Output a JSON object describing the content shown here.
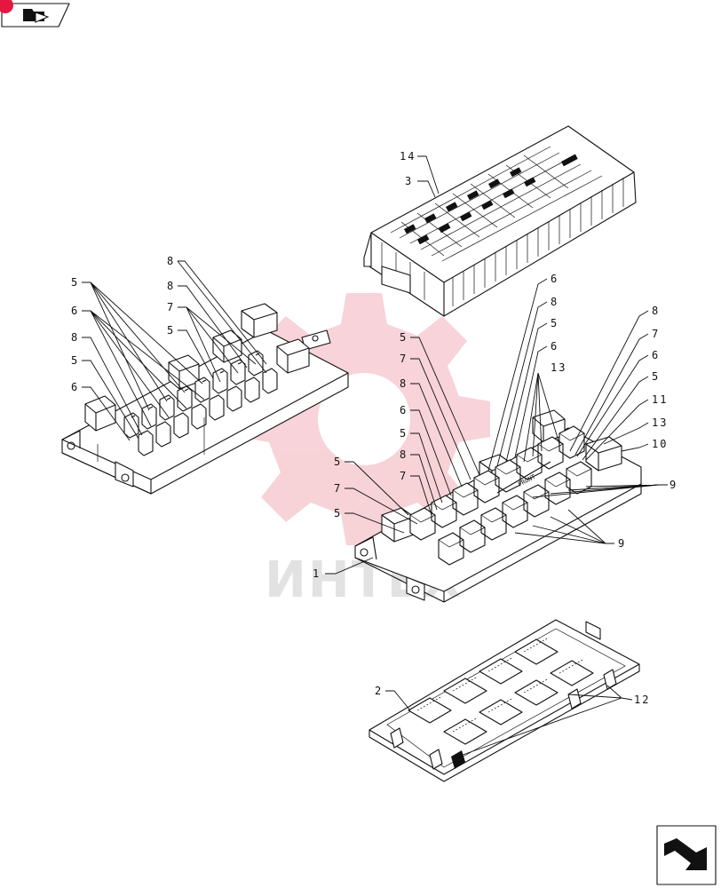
{
  "colors": {
    "ink": "#111111",
    "accent": "#e5173f",
    "watermark_gear": "#f3b6bf",
    "watermark_text": "#cfcfcf"
  },
  "watermark": {
    "text": "ИНТЕХ"
  },
  "nav": {
    "top_icon": "folder-arrow-icon",
    "bottom_icon": "return-arrow-icon"
  },
  "callouts": [
    {
      "label": "14"
    },
    {
      "label": "3"
    },
    {
      "label": "8"
    },
    {
      "label": "5"
    },
    {
      "label": "8"
    },
    {
      "label": "7"
    },
    {
      "label": "5"
    },
    {
      "label": "6"
    },
    {
      "label": "8"
    },
    {
      "label": "5"
    },
    {
      "label": "6"
    },
    {
      "label": "6"
    },
    {
      "label": "8"
    },
    {
      "label": "5"
    },
    {
      "label": "6"
    },
    {
      "label": "13"
    },
    {
      "label": "5"
    },
    {
      "label": "7"
    },
    {
      "label": "8"
    },
    {
      "label": "6"
    },
    {
      "label": "5"
    },
    {
      "label": "8"
    },
    {
      "label": "7"
    },
    {
      "label": "5"
    },
    {
      "label": "7"
    },
    {
      "label": "5"
    },
    {
      "label": "8"
    },
    {
      "label": "7"
    },
    {
      "label": "6"
    },
    {
      "label": "5"
    },
    {
      "label": "11"
    },
    {
      "label": "13"
    },
    {
      "label": "10"
    },
    {
      "label": "9"
    },
    {
      "label": "9"
    },
    {
      "label": "1"
    },
    {
      "label": "2"
    },
    {
      "label": "12"
    }
  ]
}
